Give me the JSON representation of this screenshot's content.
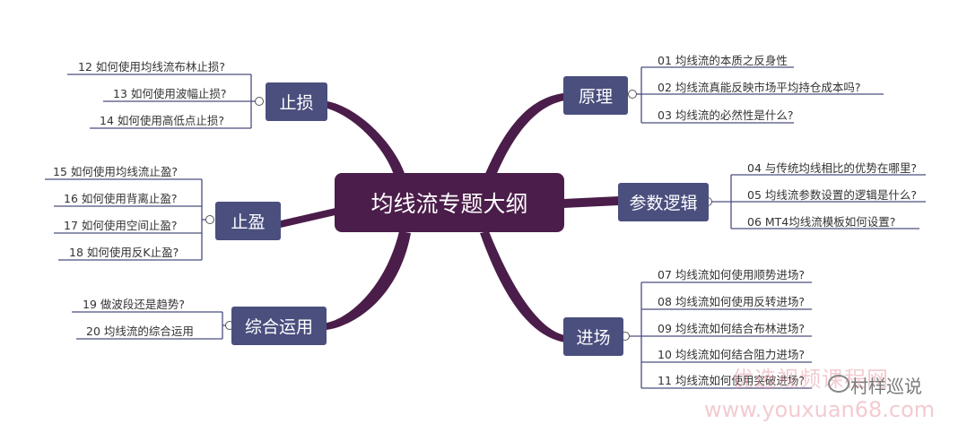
{
  "center_title": "均线流专题大纲",
  "branches": {
    "yuanli": "原理",
    "canshu": "参数逻辑",
    "jinchang": "进场",
    "zhisun": "止损",
    "zhiying": "止盈",
    "zonghe": "综合运用"
  },
  "leaves": {
    "l01": "01 均线流的本质之反身性",
    "l02": "02 均线流真能反映市场平均持仓成本吗?",
    "l03": "03 均线流的必然性是什么?",
    "l04": "04 与传统均线相比的优势在哪里?",
    "l05": "05 均线流参数设置的逻辑是什么?",
    "l06": "06 MT4均线流模板如何设置?",
    "l07": "07 均线流如何使用顺势进场?",
    "l08": "08 均线流如何使用反转进场?",
    "l09": "09 均线流如何结合布林进场?",
    "l10": "10 均线流如何结合阻力进场?",
    "l11": "11 均线流如何使用突破进场?",
    "l12": "12 如何使用均线流布林止损?",
    "l13": "13 如何使用波幅止损?",
    "l14": "14 如何使用高低点止损?",
    "l15": "15 如何使用均线流止盈?",
    "l16": "16 如何使用背离止盈?",
    "l17": "17 如何使用空间止盈?",
    "l18": "18 如何使用反K止盈?",
    "l19": "19 做波段还是趋势?",
    "l20": "20 均线流的综合运用"
  },
  "watermark": {
    "cn": "优选视频课程网",
    "en": "www.youxuan68.com",
    "wechat": "村样巡说"
  },
  "colors": {
    "center": "#4b1d4a",
    "branch": "#4a4f7e",
    "connector": "#4b1d4a"
  }
}
